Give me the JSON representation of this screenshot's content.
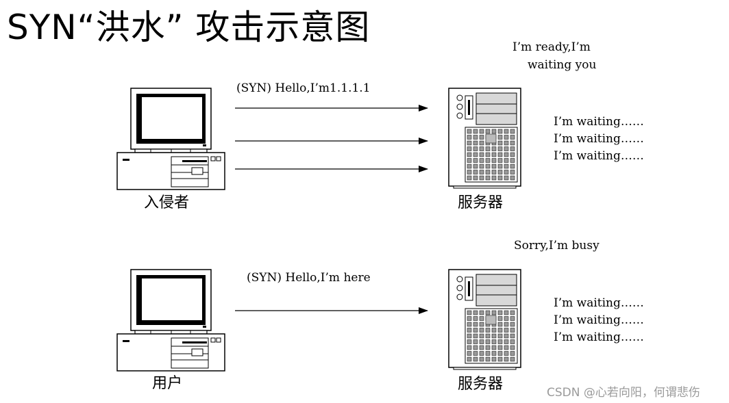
{
  "title": "SYN“洪水” 攻击示意图",
  "top_scene": {
    "attacker_label": "入侵者",
    "server_label": "服务器",
    "message_label": "(SYN)  Hello,I’m1.1.1.1",
    "server_reply_line1": "I’m ready,I’m",
    "server_reply_line2": "waiting you",
    "waiting_lines": [
      "I’m waiting……",
      "I’m waiting……",
      "I’m waiting……"
    ]
  },
  "bottom_scene": {
    "user_label": "用户",
    "server_label": "服务器",
    "message_label": "(SYN) Hello,I’m here",
    "server_reply": "Sorry,I’m busy",
    "waiting_lines": [
      "I’m waiting……",
      "I’m waiting……",
      "I’m waiting……"
    ]
  },
  "watermark": "CSDN @心若向阳，何谓悲伤"
}
